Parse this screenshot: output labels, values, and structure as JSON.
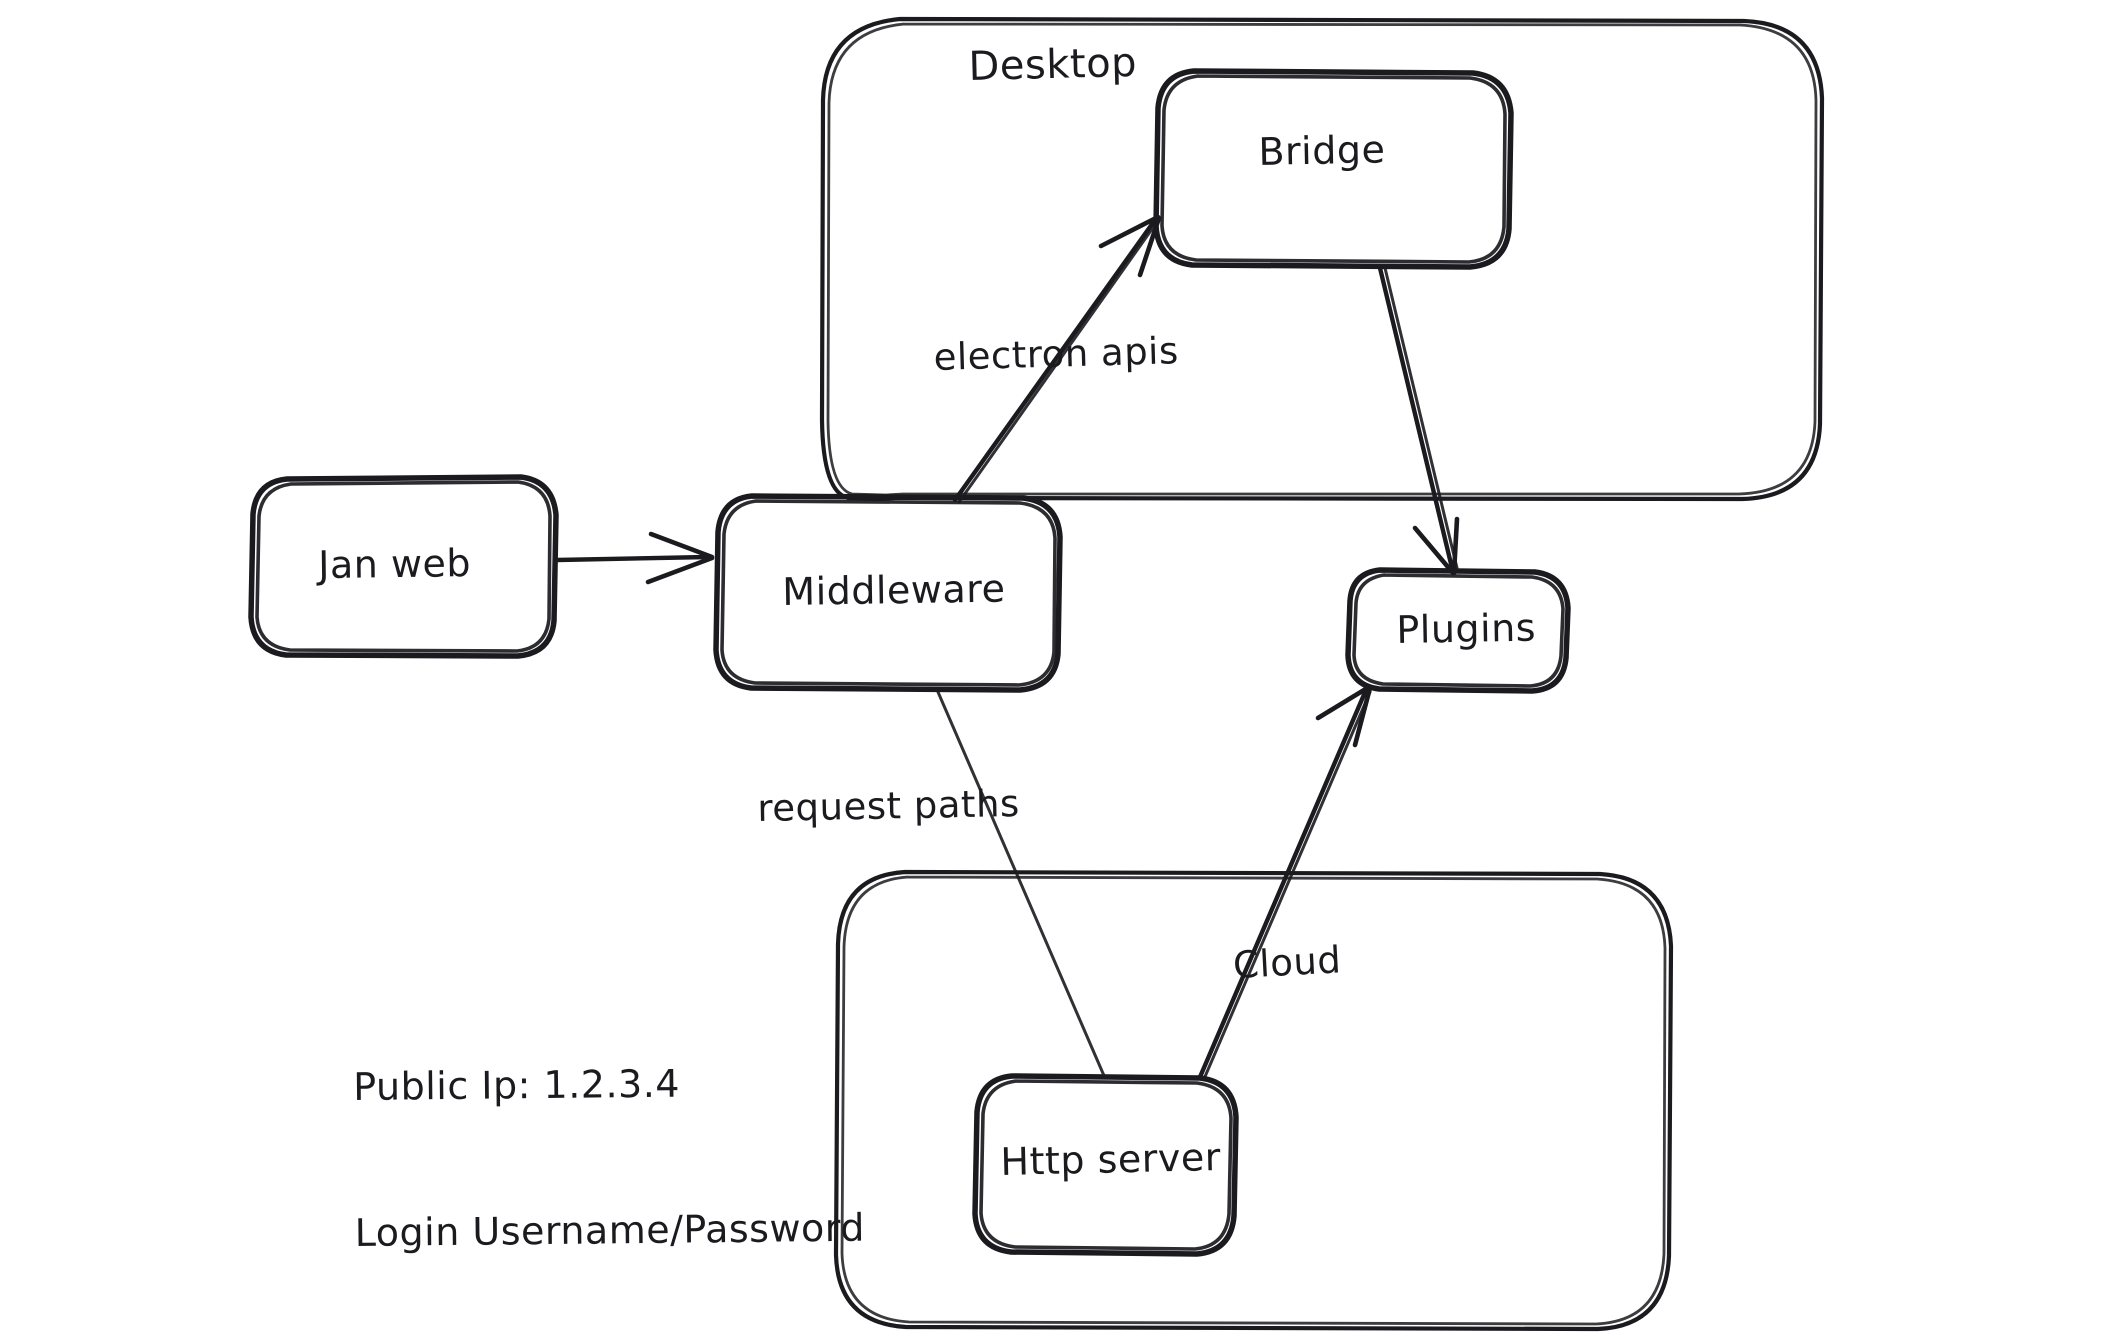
{
  "diagram": {
    "background_color": "#ffffff",
    "stroke_color": "#1b1b1f",
    "style": "hand-drawn sketch",
    "groups": [
      {
        "id": "desktop",
        "label": "Desktop"
      },
      {
        "id": "cloud_group",
        "label": ""
      }
    ],
    "nodes": [
      {
        "id": "jan_web",
        "label": "Jan web"
      },
      {
        "id": "middleware",
        "label": "Middleware"
      },
      {
        "id": "bridge",
        "label": "Bridge"
      },
      {
        "id": "plugins",
        "label": "Plugins"
      },
      {
        "id": "http_server",
        "label": "Http server"
      }
    ],
    "edges": [
      {
        "id": "e1",
        "from": "jan_web",
        "to": "middleware",
        "label": ""
      },
      {
        "id": "e2",
        "from": "middleware",
        "to": "bridge",
        "label": "electron apis"
      },
      {
        "id": "e3",
        "from": "bridge",
        "to": "plugins",
        "label": ""
      },
      {
        "id": "e4",
        "from": "middleware",
        "to": "http_server",
        "label": "request paths"
      },
      {
        "id": "e5",
        "from": "http_server",
        "to": "plugins",
        "label": "Cloud"
      }
    ],
    "notes": {
      "public_ip_line": "Public Ip: 1.2.3.4",
      "login_line": "Login Username/Password"
    }
  }
}
